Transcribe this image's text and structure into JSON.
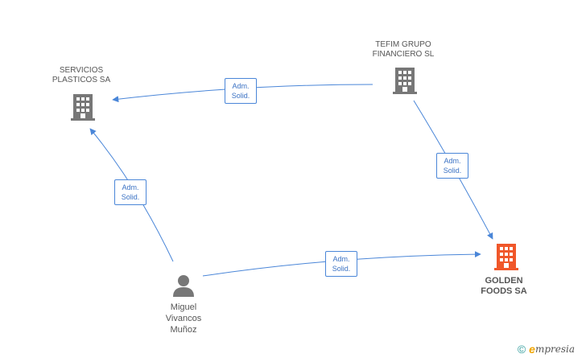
{
  "nodes": {
    "servicios": {
      "lines": [
        "SERVICIOS",
        "PLASTICOS SA"
      ]
    },
    "tefim": {
      "lines": [
        "TEFIM GRUPO",
        "FINANCIERO SL"
      ]
    },
    "golden": {
      "lines": [
        "GOLDEN",
        "FOODS SA"
      ]
    },
    "miguel": {
      "lines": [
        "Miguel",
        "Vivancos",
        "Muñoz"
      ]
    }
  },
  "edges": [
    {
      "from": "tefim",
      "to": "servicios",
      "label": [
        "Adm.",
        "Solid."
      ]
    },
    {
      "from": "tefim",
      "to": "golden",
      "label": [
        "Adm.",
        "Solid."
      ]
    },
    {
      "from": "miguel",
      "to": "servicios",
      "label": [
        "Adm.",
        "Solid."
      ]
    },
    {
      "from": "miguel",
      "to": "golden",
      "label": [
        "Adm.",
        "Solid."
      ]
    }
  ],
  "colors": {
    "edge": "#4a86d8",
    "company": "#777777",
    "focus": "#f0572a",
    "person": "#777777"
  },
  "footer": {
    "symbol": "©",
    "brand_initial": "e",
    "brand_rest": "mpresia"
  }
}
